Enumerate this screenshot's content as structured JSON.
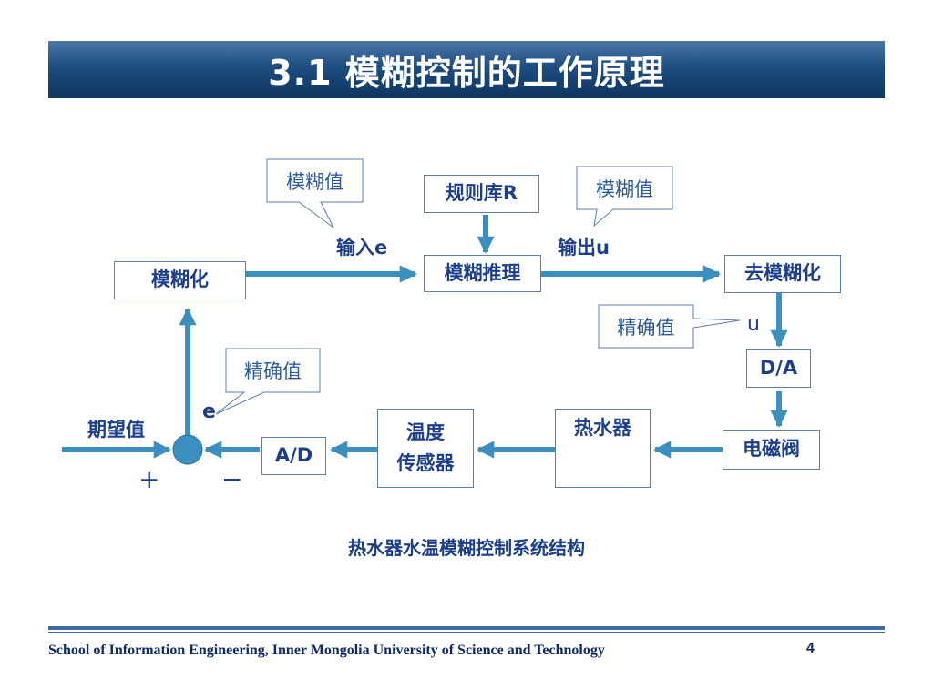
{
  "slide": {
    "title": "3.1 模糊控制的工作原理",
    "caption": "热水器水温模糊控制系统结构",
    "footer": "School of Information Engineering, Inner Mongolia University of Science and Technology",
    "page_number": "4"
  },
  "diagram": {
    "blocks": {
      "fuzzify": "模糊化",
      "rule_base": "规则库R",
      "inference": "模糊推理",
      "defuzzify": "去模糊化",
      "da": "D/A",
      "valve": "电磁阀",
      "heater": "热水器",
      "sensor_line1": "温度",
      "sensor_line2": "传感器",
      "ad": "A/D"
    },
    "callouts": {
      "fuzzy_in": "模糊值",
      "fuzzy_out": "模糊值",
      "crisp_out": "精确值",
      "crisp_err": "精确值"
    },
    "labels": {
      "input_e": "输入e",
      "output_u": "输出u",
      "u": "u",
      "e": "e",
      "setpoint": "期望值",
      "plus": "+",
      "minus": "−"
    },
    "colors": {
      "arrow": "#3b8fc0",
      "border": "#5a7fa8",
      "text": "#1d3f8a",
      "title_bar": "#1d4d80"
    }
  }
}
